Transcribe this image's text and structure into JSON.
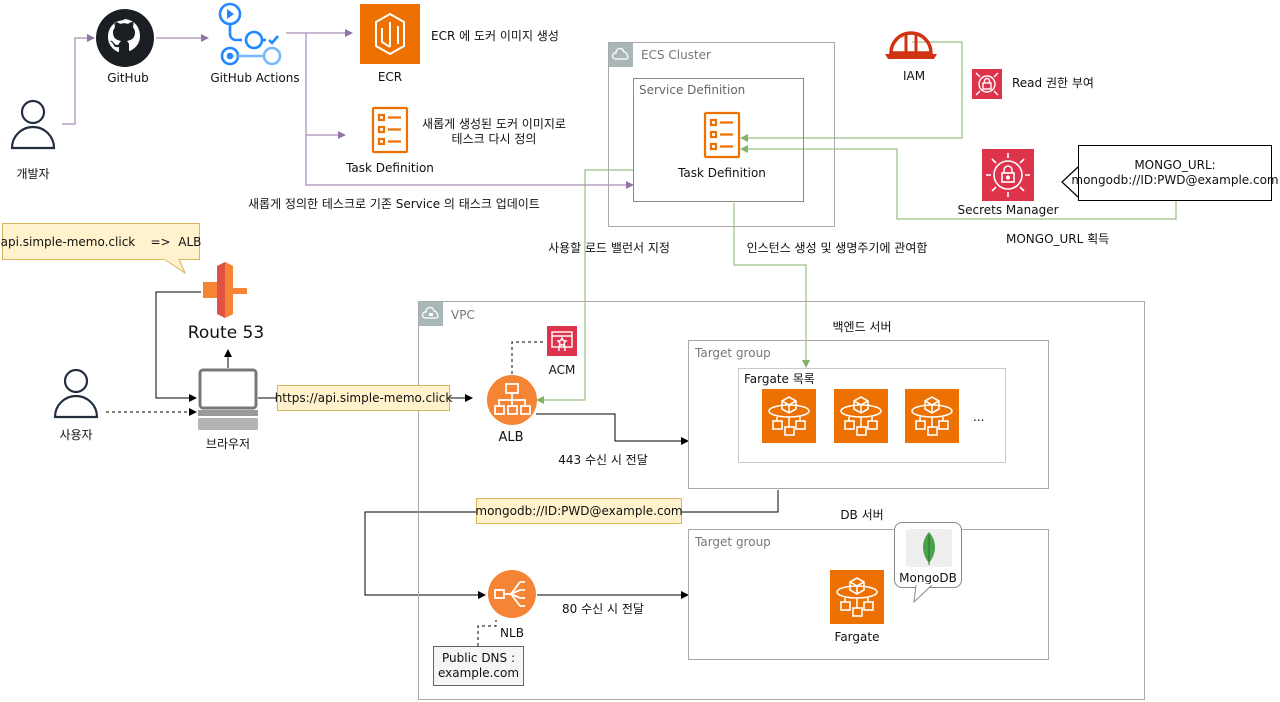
{
  "actors": {
    "developer": "개발자",
    "user": "사용자"
  },
  "cicd": {
    "github": "GitHub",
    "github_actions": "GitHub Actions",
    "ecr": "ECR",
    "ecr_note": "ECR 에 도커 이미지 생성",
    "task_definition": "Task Definition",
    "task_note_line1": "새롭게 생성된 도커 이미지로",
    "task_note_line2": "테스크 다시 정의",
    "service_update_note": "새롭게 정의한 테스크로 기존 Service 의 태스크 업데이트"
  },
  "ecs": {
    "cluster_title": "ECS Cluster",
    "service_definition": "Service Definition",
    "task_definition": "Task Definition"
  },
  "security": {
    "iam": "IAM",
    "read_permission": "Read 권한 부여",
    "secrets_manager": "Secrets Manager",
    "mongo_url_box_line1": "MONGO_URL:",
    "mongo_url_box_line2": "mongodb://ID:PWD@example.com",
    "mongo_url_fetch": "MONGO_URL 획득"
  },
  "edge_labels": {
    "lb_assign": "사용할 로드 밸런서 지정",
    "instance_lifecycle": "인스턴스 생성 및 생명주기에 관여함",
    "alb_forward": "443 수신 시 전달",
    "nlb_forward": "80 수신 시 전달"
  },
  "dns": {
    "callout": "api.simple-memo.click    =>  ALB",
    "route53": "Route 53",
    "browser": "브라우저",
    "https_url": "https://api.simple-memo.click"
  },
  "vpc": {
    "title": "VPC",
    "acm": "ACM",
    "alb": "ALB",
    "nlb": "NLB",
    "public_dns_line1": "Public DNS :",
    "public_dns_line2": "example.com",
    "mongodb_url": "mongodb://ID:PWD@example.com",
    "backend_title": "백엔드 서버",
    "db_title": "DB 서버",
    "target_group": "Target group",
    "fargate_list": "Fargate 목록",
    "ellipsis": "...",
    "fargate": "Fargate",
    "mongodb": "MongoDB"
  },
  "colors": {
    "cicd_edge": "#9673a6",
    "ecs_edge": "#82b366",
    "compute_orange": "#ed7100",
    "network_orange": "#f58534",
    "security_red": "#dd344c",
    "note_fill": "#fff2cc",
    "note_border": "#d6b656"
  }
}
